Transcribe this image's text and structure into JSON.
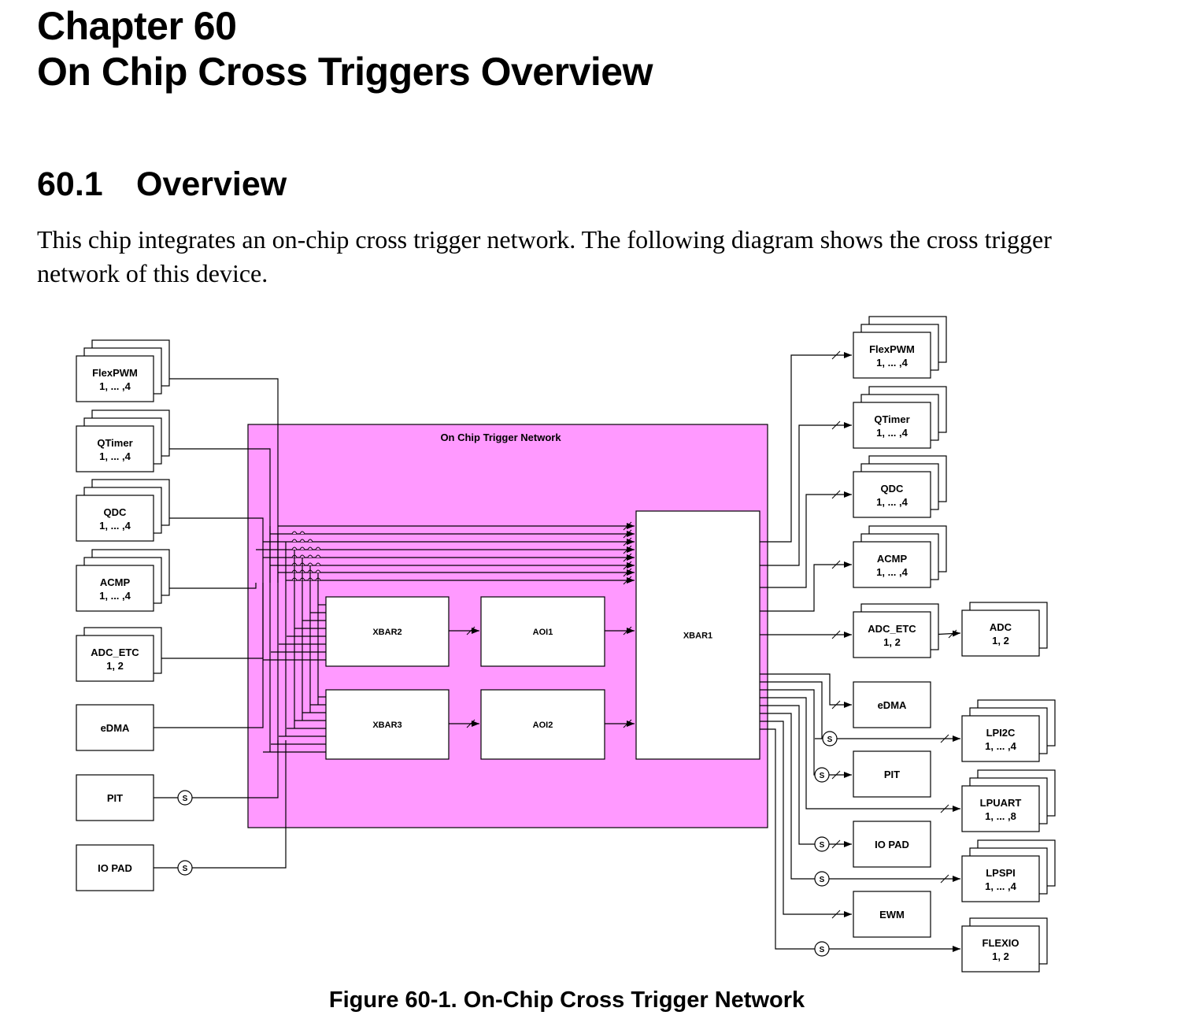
{
  "document": {
    "chapter_label": "Chapter 60",
    "chapter_title": "On Chip Cross Triggers Overview",
    "section_number": "60.1",
    "section_title": "Overview",
    "paragraph": "This chip integrates an on-chip cross trigger network. The following diagram shows the cross trigger network of this device.",
    "figure_caption": "Figure 60-1. On-Chip Cross Trigger Network"
  },
  "diagram": {
    "network_label": "On Chip Trigger Network",
    "network_color": "#ff99ff",
    "sync_symbol": "S",
    "inner_blocks": [
      "XBAR2",
      "AOI1",
      "XBAR3",
      "AOI2",
      "XBAR1"
    ],
    "inputs": [
      {
        "name": "FlexPWM",
        "instances": "1, ... ,4",
        "stacked": 3,
        "sync": false
      },
      {
        "name": "QTimer",
        "instances": "1, ... ,4",
        "stacked": 3,
        "sync": false
      },
      {
        "name": "QDC",
        "instances": "1, ... ,4",
        "stacked": 3,
        "sync": false
      },
      {
        "name": "ACMP",
        "instances": "1, ... ,4",
        "stacked": 3,
        "sync": false
      },
      {
        "name": "ADC_ETC",
        "instances": "1, 2",
        "stacked": 2,
        "sync": false
      },
      {
        "name": "eDMA",
        "instances": "",
        "stacked": 1,
        "sync": false
      },
      {
        "name": "PIT",
        "instances": "",
        "stacked": 1,
        "sync": true
      },
      {
        "name": "IO PAD",
        "instances": "",
        "stacked": 1,
        "sync": true
      }
    ],
    "outputs_col1": [
      {
        "name": "FlexPWM",
        "instances": "1, ... ,4",
        "stacked": 3,
        "sync": false
      },
      {
        "name": "QTimer",
        "instances": "1, ... ,4",
        "stacked": 3,
        "sync": false
      },
      {
        "name": "QDC",
        "instances": "1, ... ,4",
        "stacked": 3,
        "sync": false
      },
      {
        "name": "ACMP",
        "instances": "1, ... ,4",
        "stacked": 3,
        "sync": false
      },
      {
        "name": "ADC_ETC",
        "instances": "1, 2",
        "stacked": 2,
        "sync": false
      },
      {
        "name": "eDMA",
        "instances": "",
        "stacked": 1,
        "sync": false
      },
      {
        "name": "PIT",
        "instances": "",
        "stacked": 1,
        "sync": true
      },
      {
        "name": "IO PAD",
        "instances": "",
        "stacked": 1,
        "sync": true
      },
      {
        "name": "EWM",
        "instances": "",
        "stacked": 1,
        "sync": false
      }
    ],
    "outputs_col2": [
      {
        "name": "ADC",
        "instances": "1, 2",
        "stacked": 2,
        "sync": false
      },
      {
        "name": "LPI2C",
        "instances": "1, ... ,4",
        "stacked": 3,
        "sync": true
      },
      {
        "name": "LPUART",
        "instances": "1, ... ,8",
        "stacked": 3,
        "sync": false
      },
      {
        "name": "LPSPI",
        "instances": "1, ... ,4",
        "stacked": 3,
        "sync": true
      },
      {
        "name": "FLEXIO",
        "instances": "1, 2",
        "stacked": 2,
        "sync": true
      }
    ]
  }
}
